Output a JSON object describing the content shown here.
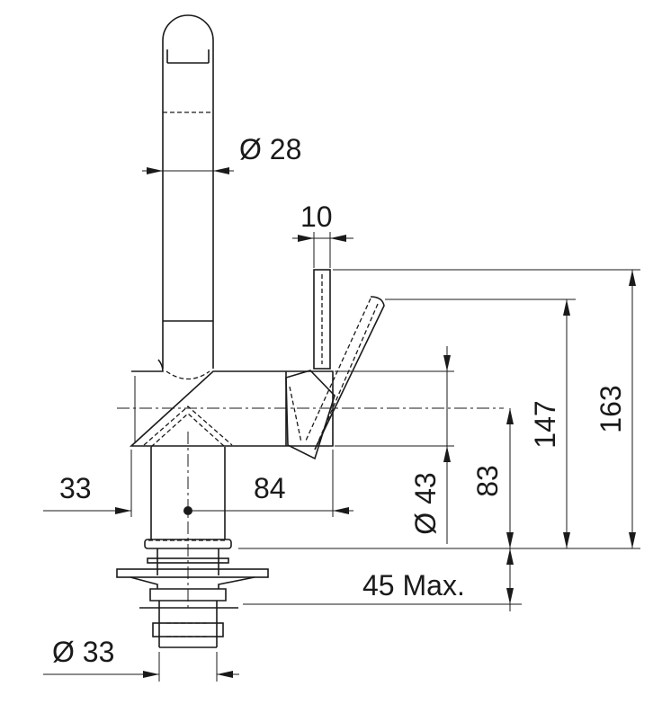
{
  "title": "Faucet dimension drawing",
  "dimensions": {
    "spout_diameter": "Ø 28",
    "lever_width": "10",
    "total_height": "163",
    "lever_height": "147",
    "body_height": "83",
    "body_diameter": "Ø 43",
    "mount_thickness": "45 Max.",
    "left_offset": "33",
    "right_offset": "84",
    "shank_diameter": "Ø 33"
  },
  "colors": {
    "line": "#1a1a1a",
    "background": "#ffffff"
  }
}
